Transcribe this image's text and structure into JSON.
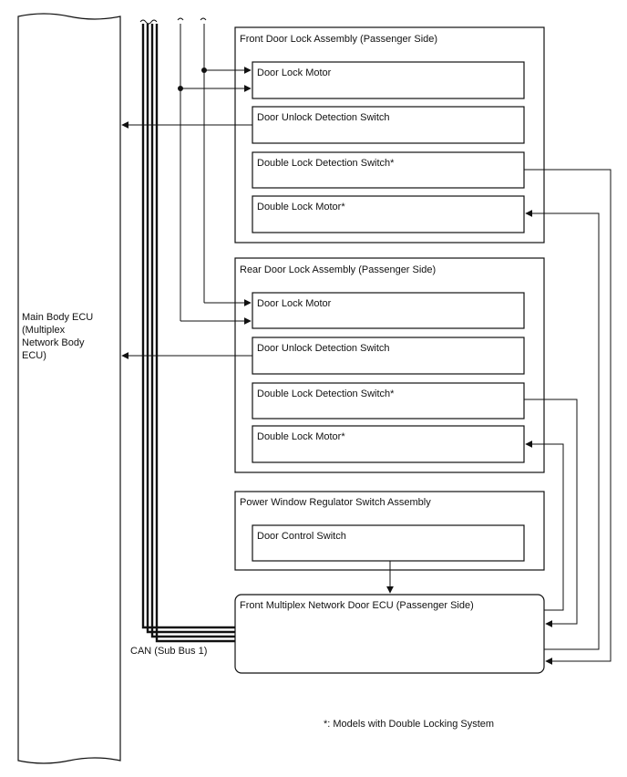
{
  "ecu": {
    "label_lines": [
      "Main Body ECU",
      "(Multiplex",
      "Network Body",
      "ECU)"
    ]
  },
  "front_assembly": {
    "title": "Front Door Lock Assembly (Passenger Side)",
    "components": {
      "lock_motor": "Door Lock Motor",
      "unlock_switch": "Door Unlock Detection Switch",
      "double_lock_switch": "Double Lock Detection Switch*",
      "double_lock_motor": "Double Lock Motor*"
    }
  },
  "rear_assembly": {
    "title": "Rear Door Lock Assembly (Passenger Side)",
    "components": {
      "lock_motor": "Door Lock Motor",
      "unlock_switch": "Door Unlock Detection Switch",
      "double_lock_switch": "Double Lock Detection Switch*",
      "double_lock_motor": "Double Lock Motor*"
    }
  },
  "window_assembly": {
    "title": "Power Window Regulator Switch Assembly",
    "components": {
      "door_control_switch": "Door Control Switch"
    }
  },
  "door_ecu": {
    "title": "Front Multiplex Network Door ECU (Passenger Side)"
  },
  "can_label": "CAN (Sub Bus 1)",
  "footnote": "*: Models with Double Locking System"
}
